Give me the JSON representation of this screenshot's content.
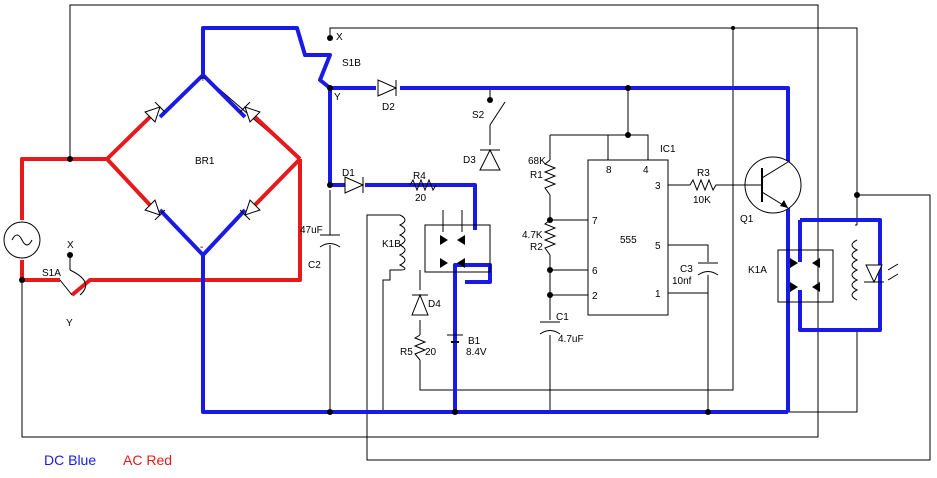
{
  "legend": {
    "dc_label": "DC Blue",
    "ac_label": "AC Red",
    "dc_color": "#1a1ae6",
    "ac_color": "#e61a1a"
  },
  "components": {
    "br1": "BR1",
    "br_plus": "+",
    "br_minus": "-",
    "s1a": "S1A",
    "s1a_x": "X",
    "s1a_y": "Y",
    "s1b": "S1B",
    "s1b_x": "X",
    "s1b_y": "Y",
    "d1": "D1",
    "d2": "D2",
    "d3": "D3",
    "d4": "D4",
    "s2": "S2",
    "r4": "R4",
    "r4_value": "20",
    "r5": "R5",
    "r5_value": "20",
    "c2": "C2",
    "c2_value": "47uF",
    "k1b": "K1B",
    "k1a": "K1A",
    "b1": "B1",
    "b1_value": "8.4V",
    "r1": "R1",
    "r1_value": "68K",
    "r2": "R2",
    "r2_value": "4.7K",
    "c1": "C1",
    "c1_value": "4.7uF",
    "ic1": "IC1",
    "ic1_part": "555",
    "pin8": "8",
    "pin4": "4",
    "pin7": "7",
    "pin6": "6",
    "pin2": "2",
    "pin3": "3",
    "pin5": "5",
    "pin1": "1",
    "r3": "R3",
    "r3_value": "10K",
    "c3": "C3",
    "c3_value": "10nf",
    "q1": "Q1"
  }
}
